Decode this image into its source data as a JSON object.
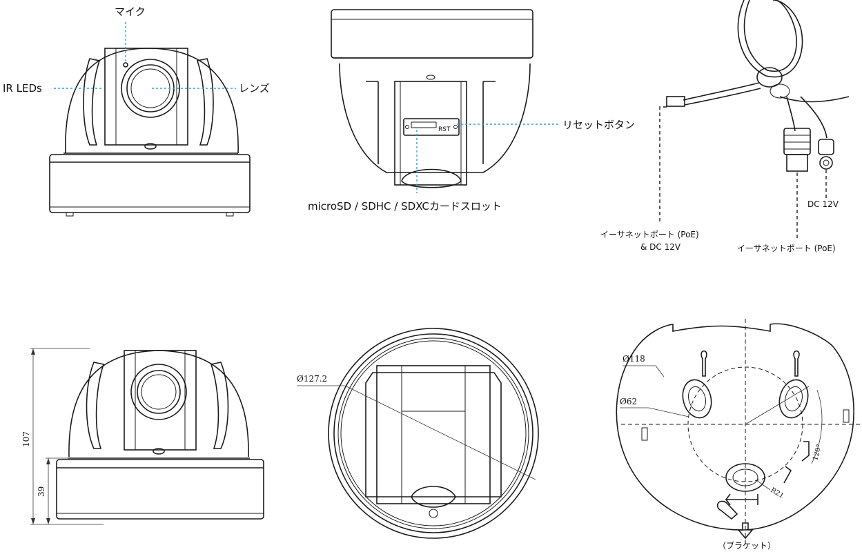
{
  "colors": {
    "callout": "#29a3d9",
    "line": "#1a1a1a",
    "background": "#ffffff"
  },
  "front_view": {
    "mic_label": "マイク",
    "ir_label": "IR LEDs",
    "lens_label": "レンズ"
  },
  "bottom_view": {
    "reset_label": "リセットボタン",
    "rst_mark": "RST",
    "sd_label": "microSD / SDHC / SDXCカードスロット"
  },
  "cable_view": {
    "ethernet_dc_label_line1": "イーサネットポート (PoE)",
    "ethernet_dc_label_line2": "& DC 12V",
    "dc_label": "DC 12V",
    "ethernet_label": "イーサネットポート (PoE)"
  },
  "dimension_view": {
    "height_total": "107",
    "height_base": "39"
  },
  "top_view": {
    "diameter": "Ø127.2"
  },
  "bracket_view": {
    "outer_diameter": "Ø118",
    "inner_diameter": "Ø62",
    "angle": "120°",
    "radius": "R21",
    "caption": "（ブラケット）"
  }
}
